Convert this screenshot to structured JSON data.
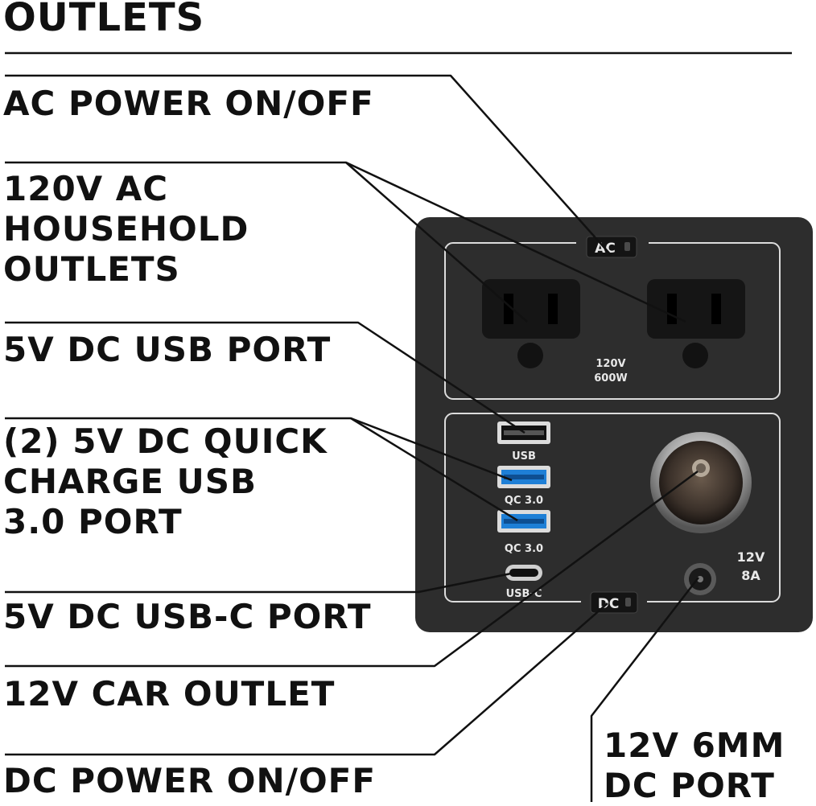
{
  "labels": {
    "title": "OUTLETS",
    "ac_switch": "AC POWER ON/OFF",
    "ac_outlets": "120V AC\nHOUSEHOLD\nOUTLETS",
    "usb": "5V DC USB PORT",
    "qc": "(2) 5V DC QUICK\nCHARGE USB\n3.0 PORT",
    "usbc": "5V DC USB-C PORT",
    "car": "12V CAR OUTLET",
    "dc_switch": "DC POWER ON/OFF",
    "dc_port": "12V 6MM\nDC PORT"
  },
  "panel": {
    "ac_button": "AC",
    "ac_rating_1": "120V",
    "ac_rating_2": "600W",
    "usb_label": "USB",
    "qc_label_1": "QC 3.0",
    "qc_label_2": "QC 3.0",
    "usbc_label": "USB-C",
    "dc_button": "DC",
    "dc_rating_1": "12V",
    "dc_rating_2": "8A"
  },
  "colors": {
    "panel": "#2d2d2d",
    "outline": "#dcdcdc",
    "qc_port": "#1e7fd6",
    "leader_line": "#111111"
  }
}
